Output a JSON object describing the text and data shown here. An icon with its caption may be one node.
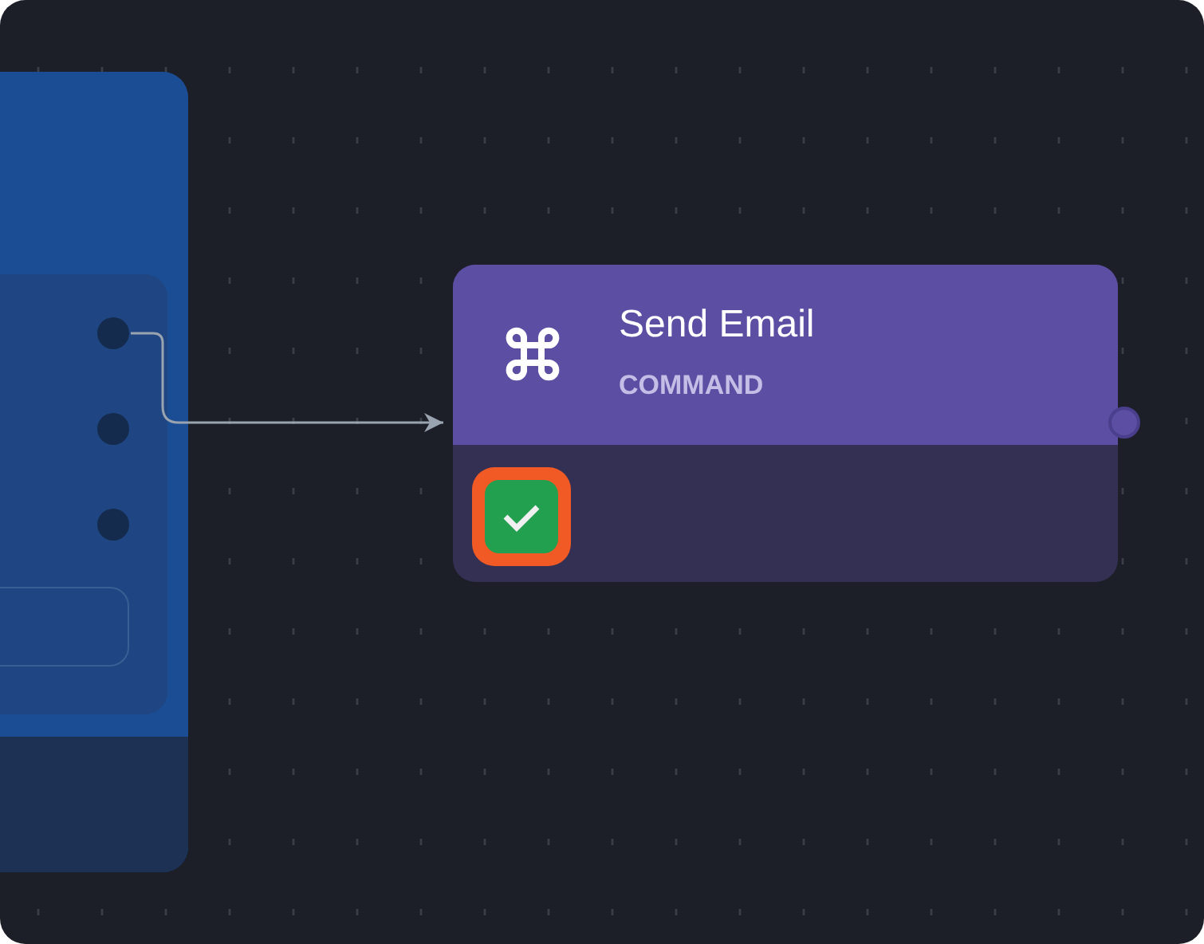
{
  "diagram": {
    "nodes": [
      {
        "text": [],
        "shape": "box"
      },
      {
        "text": [],
        "shape": "box",
        "in": 0
      },
      {
        "text": [],
        "shape": "circle",
        "in": 1
      },
      {
        "text": [],
        "shape": "circle",
        "in": 1
      },
      {
        "text": [],
        "shape": "circle",
        "in": 1
      },
      {
        "text": [],
        "shape": "box",
        "in": 1
      },
      {
        "text": [
          "Send Email",
          "COMMAND"
        ]
      },
      {
        "text": [],
        "shape": "circle"
      }
    ],
    "edges": [
      {
        "from": 2,
        "to": 6,
        "arrow": "to"
      }
    ]
  }
}
